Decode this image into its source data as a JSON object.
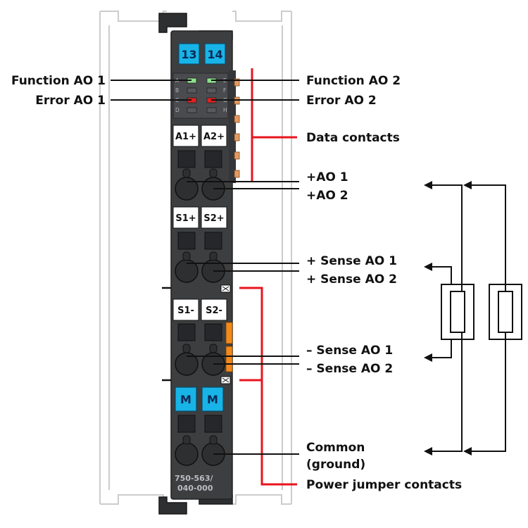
{
  "module": {
    "terminals_top": [
      "13",
      "14"
    ],
    "led_letters_left": [
      "A",
      "B",
      "C",
      "D"
    ],
    "led_letters_right": [
      "E",
      "F",
      "G",
      "H"
    ],
    "terminal_labels": {
      "row1": [
        "A1+",
        "A2+"
      ],
      "row2": [
        "S1+",
        "S2+"
      ],
      "row3": [
        "S1-",
        "S2-"
      ],
      "row4": [
        "M",
        "M"
      ]
    },
    "product_number_line1": "750-563/",
    "product_number_line2": "040-000"
  },
  "labels": {
    "function_ao1": "Function AO 1",
    "error_ao1": "Error AO 1",
    "function_ao2": "Function AO 2",
    "error_ao2": "Error AO 2",
    "data_contacts": "Data contacts",
    "ao1_plus": "+AO 1",
    "ao2_plus": "+AO 2",
    "sense_ao1_plus": "+ Sense AO 1",
    "sense_ao2_plus": "+ Sense AO 2",
    "sense_ao1_minus": "– Sense AO 1",
    "sense_ao2_minus": "– Sense AO 2",
    "common_line1": "Common",
    "common_line2": "(ground)",
    "power_jumper_contacts": "Power jumper contacts"
  },
  "colors": {
    "housing": "#3d3e40",
    "terminal_blue": "#18b4e8",
    "led_green": "#8de08d",
    "led_red": "#e02020",
    "annotation_red": "#e8141e",
    "data_contact_orange": "#e39a63",
    "power_jumper_orange": "#f08a1c",
    "rail_gray": "#cccccc"
  }
}
